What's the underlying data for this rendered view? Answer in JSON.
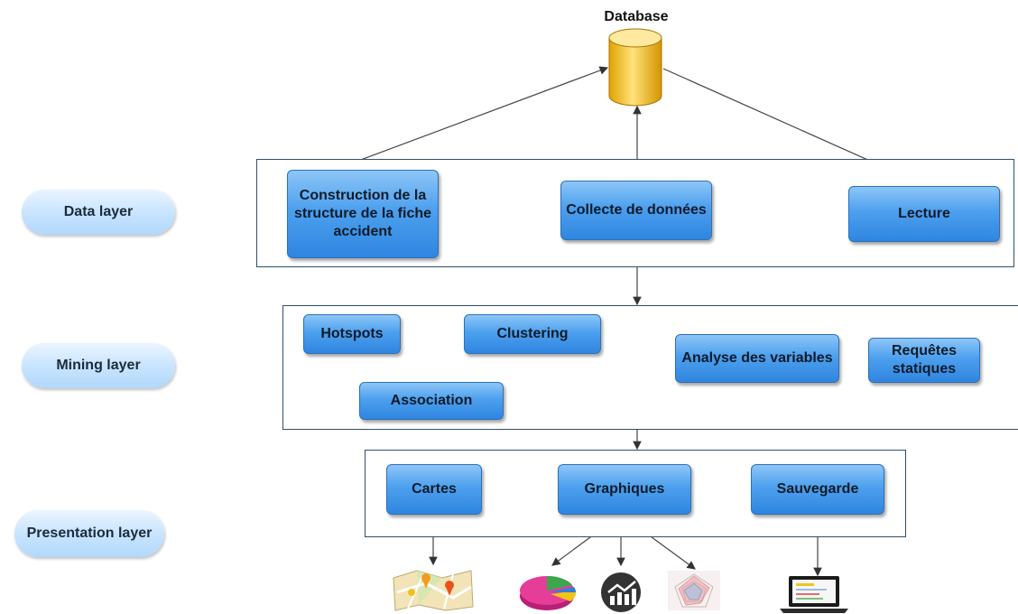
{
  "database": {
    "label": "Database"
  },
  "layers": {
    "data": "Data layer",
    "mining": "Mining layer",
    "presentation": "Presentation layer"
  },
  "data_layer": {
    "construction": "Construction de la structure de la fiche accident",
    "collecte": "Collecte de données",
    "lecture": "Lecture"
  },
  "mining_layer": {
    "hotspots": "Hotspots",
    "clustering": "Clustering",
    "association": "Association",
    "analyse": "Analyse des variables",
    "requetes": "Requêtes statiques"
  },
  "presentation_layer": {
    "cartes": "Cartes",
    "graphiques": "Graphiques",
    "sauvegarde": "Sauvegarde"
  },
  "icons": [
    "map-icon",
    "pie-chart-icon",
    "bar-trend-icon",
    "radar-chart-icon",
    "laptop-icon"
  ]
}
